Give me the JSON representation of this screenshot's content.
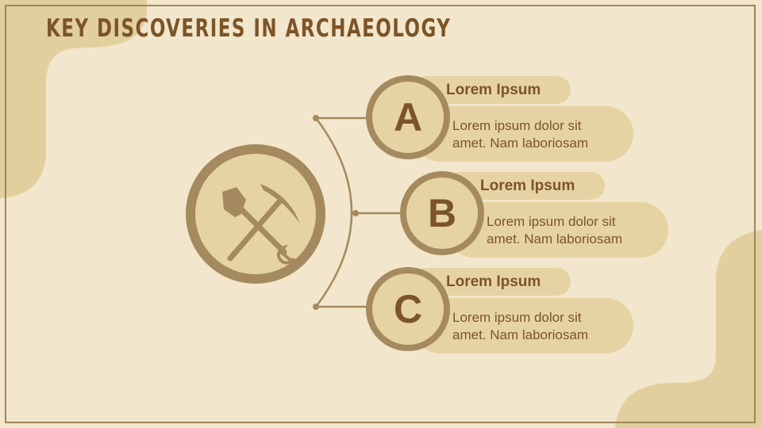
{
  "title": "KEY DISCOVERIES IN ARCHAEOLOGY",
  "hub": {
    "icon": "shovel-and-pickaxe-icon"
  },
  "items": [
    {
      "letter": "A",
      "title": "Lorem Ipsum",
      "description": "Lorem ipsum dolor sit amet. Nam laboriosam"
    },
    {
      "letter": "B",
      "title": "Lorem Ipsum",
      "description": "Lorem ipsum dolor sit amet. Nam laboriosam"
    },
    {
      "letter": "C",
      "title": "Lorem Ipsum",
      "description": "Lorem ipsum dolor sit amet. Nam laboriosam"
    }
  ],
  "colors": {
    "background": "#f2e6cc",
    "accent_dark": "#a48a5e",
    "accent_light": "#e6d3a3",
    "text": "#7c5427",
    "decor": "#e2cf9e"
  }
}
